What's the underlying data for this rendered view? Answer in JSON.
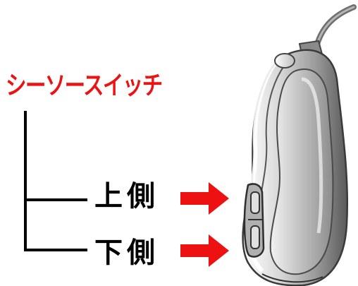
{
  "diagram": {
    "title": "シーソースイッチ",
    "upper_label": "上側",
    "lower_label": "下側",
    "colors": {
      "title": "#ee1111",
      "arrow": "#ee1111",
      "line": "#000000",
      "text": "#000000"
    },
    "icons": {
      "device": "hearing-aid-illustration",
      "arrow": "right-arrow-icon"
    }
  }
}
